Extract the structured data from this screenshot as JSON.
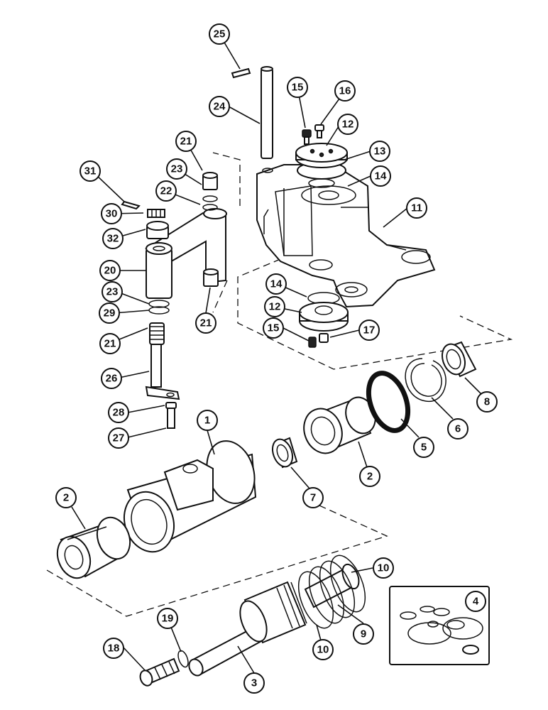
{
  "callouts": [
    {
      "key": "c25",
      "label": "25"
    },
    {
      "key": "c24",
      "label": "24"
    },
    {
      "key": "c15a",
      "label": "15"
    },
    {
      "key": "c16",
      "label": "16"
    },
    {
      "key": "c12a",
      "label": "12"
    },
    {
      "key": "c13",
      "label": "13"
    },
    {
      "key": "c14a",
      "label": "14"
    },
    {
      "key": "c11",
      "label": "11"
    },
    {
      "key": "c21a",
      "label": "21"
    },
    {
      "key": "c23a",
      "label": "23"
    },
    {
      "key": "c22",
      "label": "22"
    },
    {
      "key": "c31",
      "label": "31"
    },
    {
      "key": "c30",
      "label": "30"
    },
    {
      "key": "c32",
      "label": "32"
    },
    {
      "key": "c20",
      "label": "20"
    },
    {
      "key": "c23b",
      "label": "23"
    },
    {
      "key": "c29",
      "label": "29"
    },
    {
      "key": "c21b",
      "label": "21"
    },
    {
      "key": "c21c",
      "label": "21"
    },
    {
      "key": "c26",
      "label": "26"
    },
    {
      "key": "c14b",
      "label": "14"
    },
    {
      "key": "c12b",
      "label": "12"
    },
    {
      "key": "c15b",
      "label": "15"
    },
    {
      "key": "c17",
      "label": "17"
    },
    {
      "key": "c28",
      "label": "28"
    },
    {
      "key": "c27",
      "label": "27"
    },
    {
      "key": "c1",
      "label": "1"
    },
    {
      "key": "c2a",
      "label": "2"
    },
    {
      "key": "c2b",
      "label": "2"
    },
    {
      "key": "c5",
      "label": "5"
    },
    {
      "key": "c6",
      "label": "6"
    },
    {
      "key": "c7",
      "label": "7"
    },
    {
      "key": "c8",
      "label": "8"
    },
    {
      "key": "c10a",
      "label": "10"
    },
    {
      "key": "c4",
      "label": "4"
    },
    {
      "key": "c9",
      "label": "9"
    },
    {
      "key": "c10b",
      "label": "10"
    },
    {
      "key": "c19",
      "label": "19"
    },
    {
      "key": "c18",
      "label": "18"
    },
    {
      "key": "c3",
      "label": "3"
    }
  ]
}
